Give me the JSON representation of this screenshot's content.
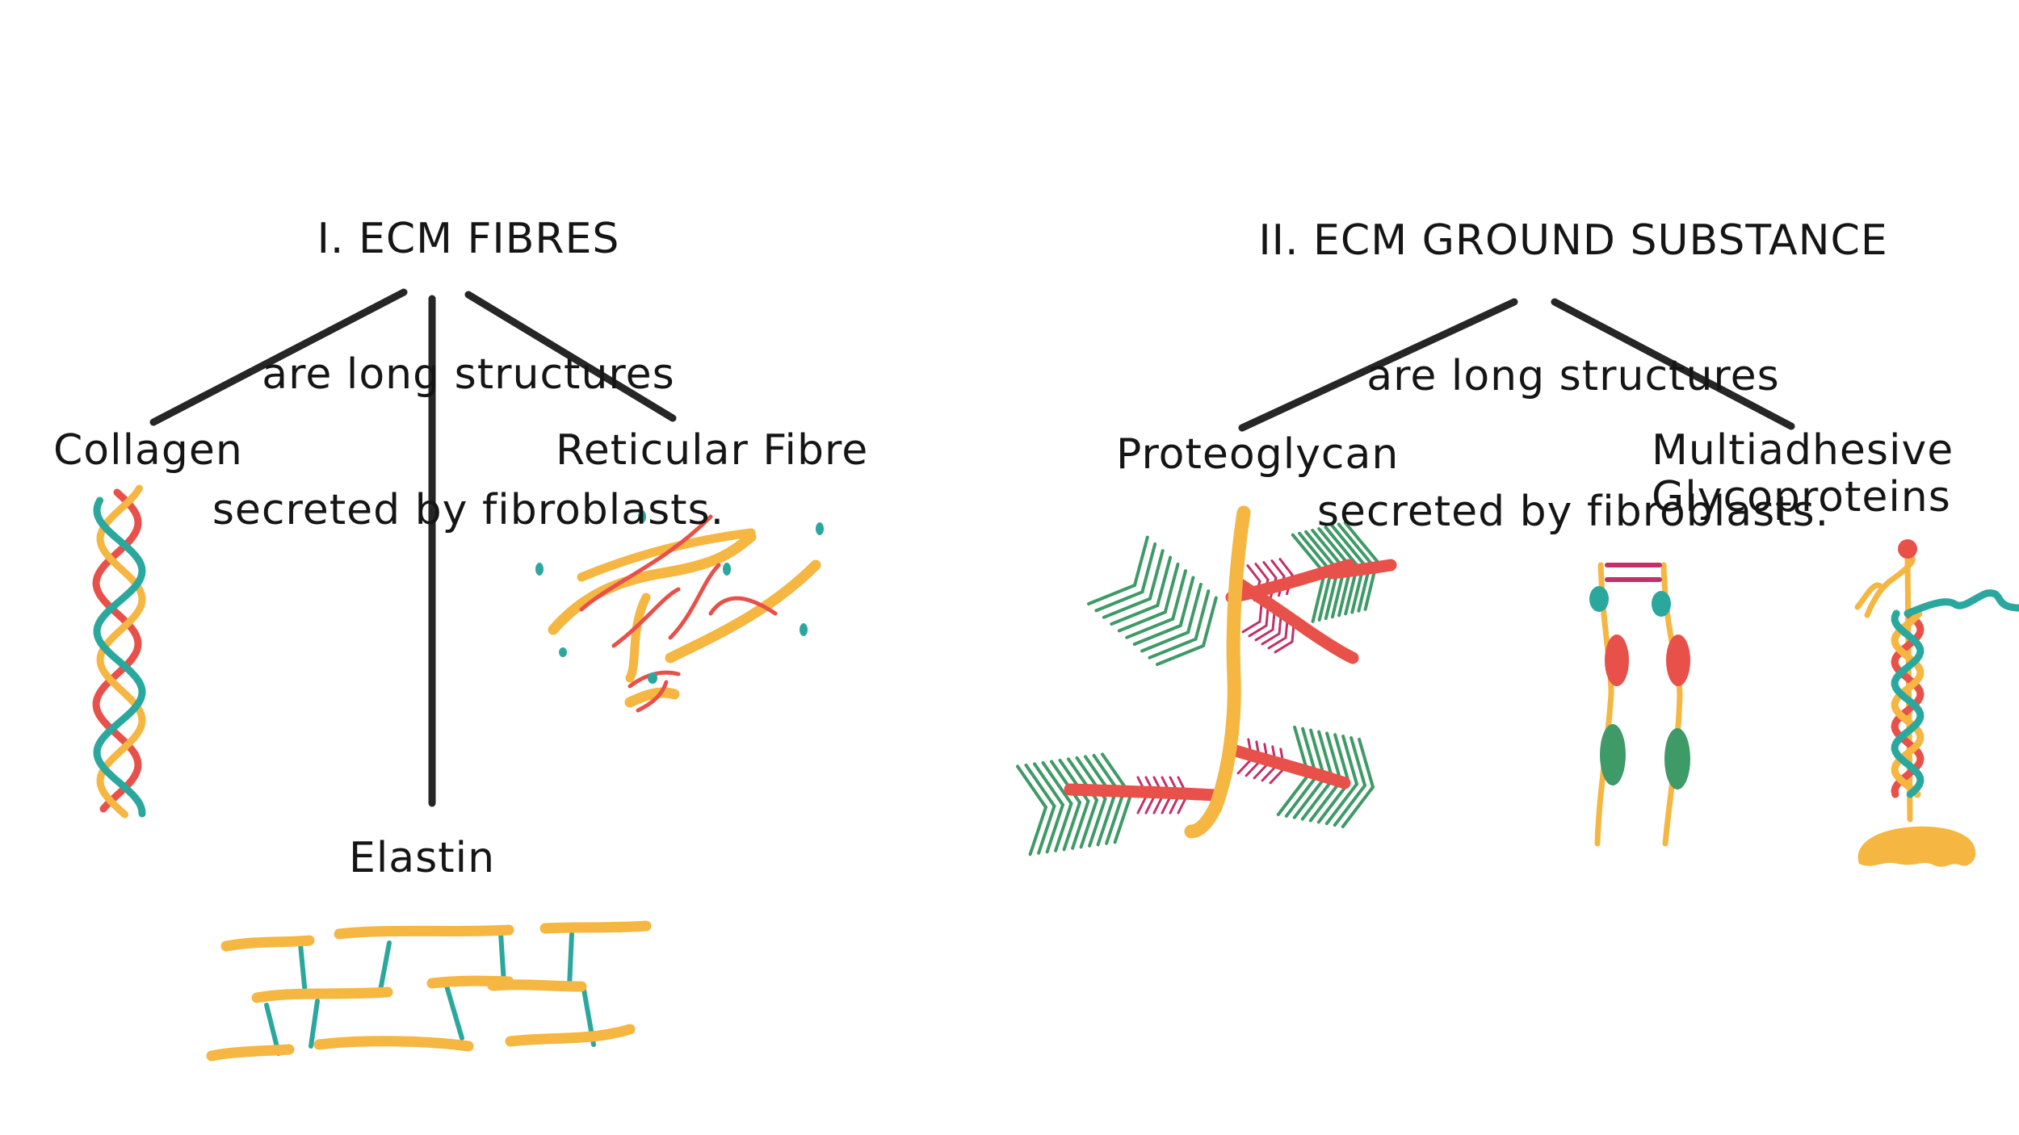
{
  "colors": {
    "text": "#151515",
    "connector": "#262626",
    "yellow": "#f5b642",
    "red": "#e8504a",
    "teal": "#2ba89e",
    "green": "#3e9a66",
    "magenta": "#c2306a"
  },
  "fibres": {
    "heading": {
      "line1": "I. ECM FIBRES",
      "line2": "are long structures",
      "line3": "secreted by fibroblasts."
    },
    "items": {
      "collagen": "Collagen",
      "elastin": "Elastin",
      "reticular": "Reticular Fibre"
    }
  },
  "ground_substance": {
    "heading": {
      "line1": "II. ECM GROUND SUBSTANCE",
      "line2": "are long structures",
      "line3": "secreted by fibroblasts."
    },
    "items": {
      "proteoglycan": "Proteoglycan",
      "glyco_line1": "Multiadhesive",
      "glyco_line2": "Glycoproteins"
    }
  }
}
